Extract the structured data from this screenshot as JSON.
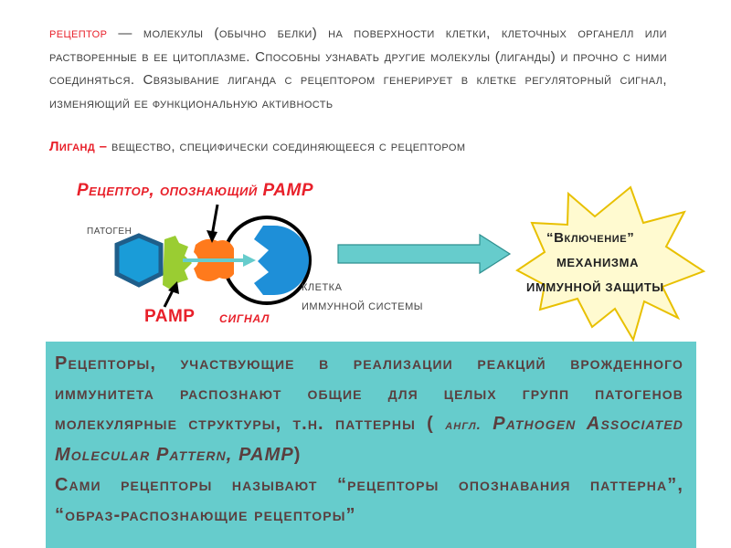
{
  "definition": {
    "term": "рецептор",
    "dash": " — ",
    "text": "молекулы (обычно белки) на поверхности клетки, клеточных органелл или растворенные в ее цитоплазме. Способны узнавать другие молекулы (лиганды) и прочно с ними соединяться. Связывание лиганда с рецептором генерирует в клетке регуляторный сигнал, изменяющий ее функциональную активность"
  },
  "ligand": {
    "term": "Лиганд –",
    "text": " вещество, специфически соединяющееся с рецептором"
  },
  "diagram": {
    "receptor_label": "Рецептор, опознающий PAMP",
    "pathogen_label": "ПАТОГЕН",
    "pamp_label": "PAMP",
    "signal_label": "СИГНАЛ",
    "cell_label_line1": "КЛЕТКА",
    "cell_label_line2": "ИММУННОЙ СИСТЕМЫ",
    "activation_line1": "“Включение”",
    "activation_line2": "МЕХАНИЗМА",
    "activation_line3": "ИММУННОЙ ЗАЩИТЫ",
    "colors": {
      "pathogen_fill": "#1a9cd8",
      "pathogen_stroke": "#1f5e8a",
      "pamp_fill": "#9acd32",
      "receptor_fill": "#ff7a1c",
      "cell_outline": "#000000",
      "cell_core": "#1e8fd8",
      "arrow": "#66cccc",
      "star_fill": "#fffad0",
      "star_stroke": "#e8c000"
    }
  },
  "box": {
    "p1_main": "Рецепторы, участвующие в реализации реакций врожденного иммунитета распознают общие для целых групп патогенов молекулярные структуры, т.н. паттерны",
    "p1_paren_open": " ( ",
    "p1_note_small": "англ.",
    "p1_note": " Pathogen Associated Molecular Pattern, PAMP",
    "p1_paren_close": ")",
    "p2": "Сами рецепторы называют “рецепторы опознавания паттерна”, “образ-распознающие рецепторы”",
    "background": "#66cccc"
  }
}
